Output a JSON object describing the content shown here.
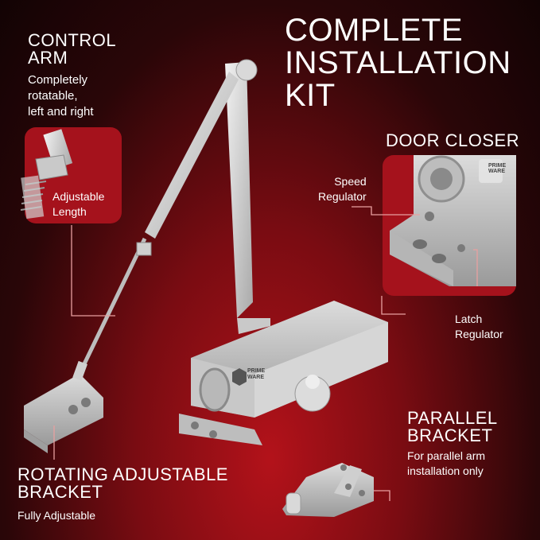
{
  "headline": {
    "line1": "COMPLETE",
    "line2": "INSTALLATION",
    "line3": "KIT"
  },
  "control_arm": {
    "title_line1": "CONTROL",
    "title_line2": "ARM",
    "desc_line1": "Completely",
    "desc_line2": "rotatable,",
    "desc_line3": "left and right"
  },
  "adjustable": {
    "line1": "Adjustable",
    "line2": "Length"
  },
  "door_closer": {
    "title": "DOOR CLOSER",
    "speed_line1": "Speed",
    "speed_line2": "Regulator",
    "latch_line1": "Latch",
    "latch_line2": "Regulator"
  },
  "logo": {
    "line1": "PRIME",
    "line2": "WARE"
  },
  "parallel": {
    "title_line1": "PARALLEL",
    "title_line2": "BRACKET",
    "desc_line1": "For parallel arm",
    "desc_line2": "installation only"
  },
  "rotating": {
    "title_line1": "ROTATING ADJUSTABLE",
    "title_line2": "BRACKET",
    "desc": "Fully Adjustable"
  }
}
